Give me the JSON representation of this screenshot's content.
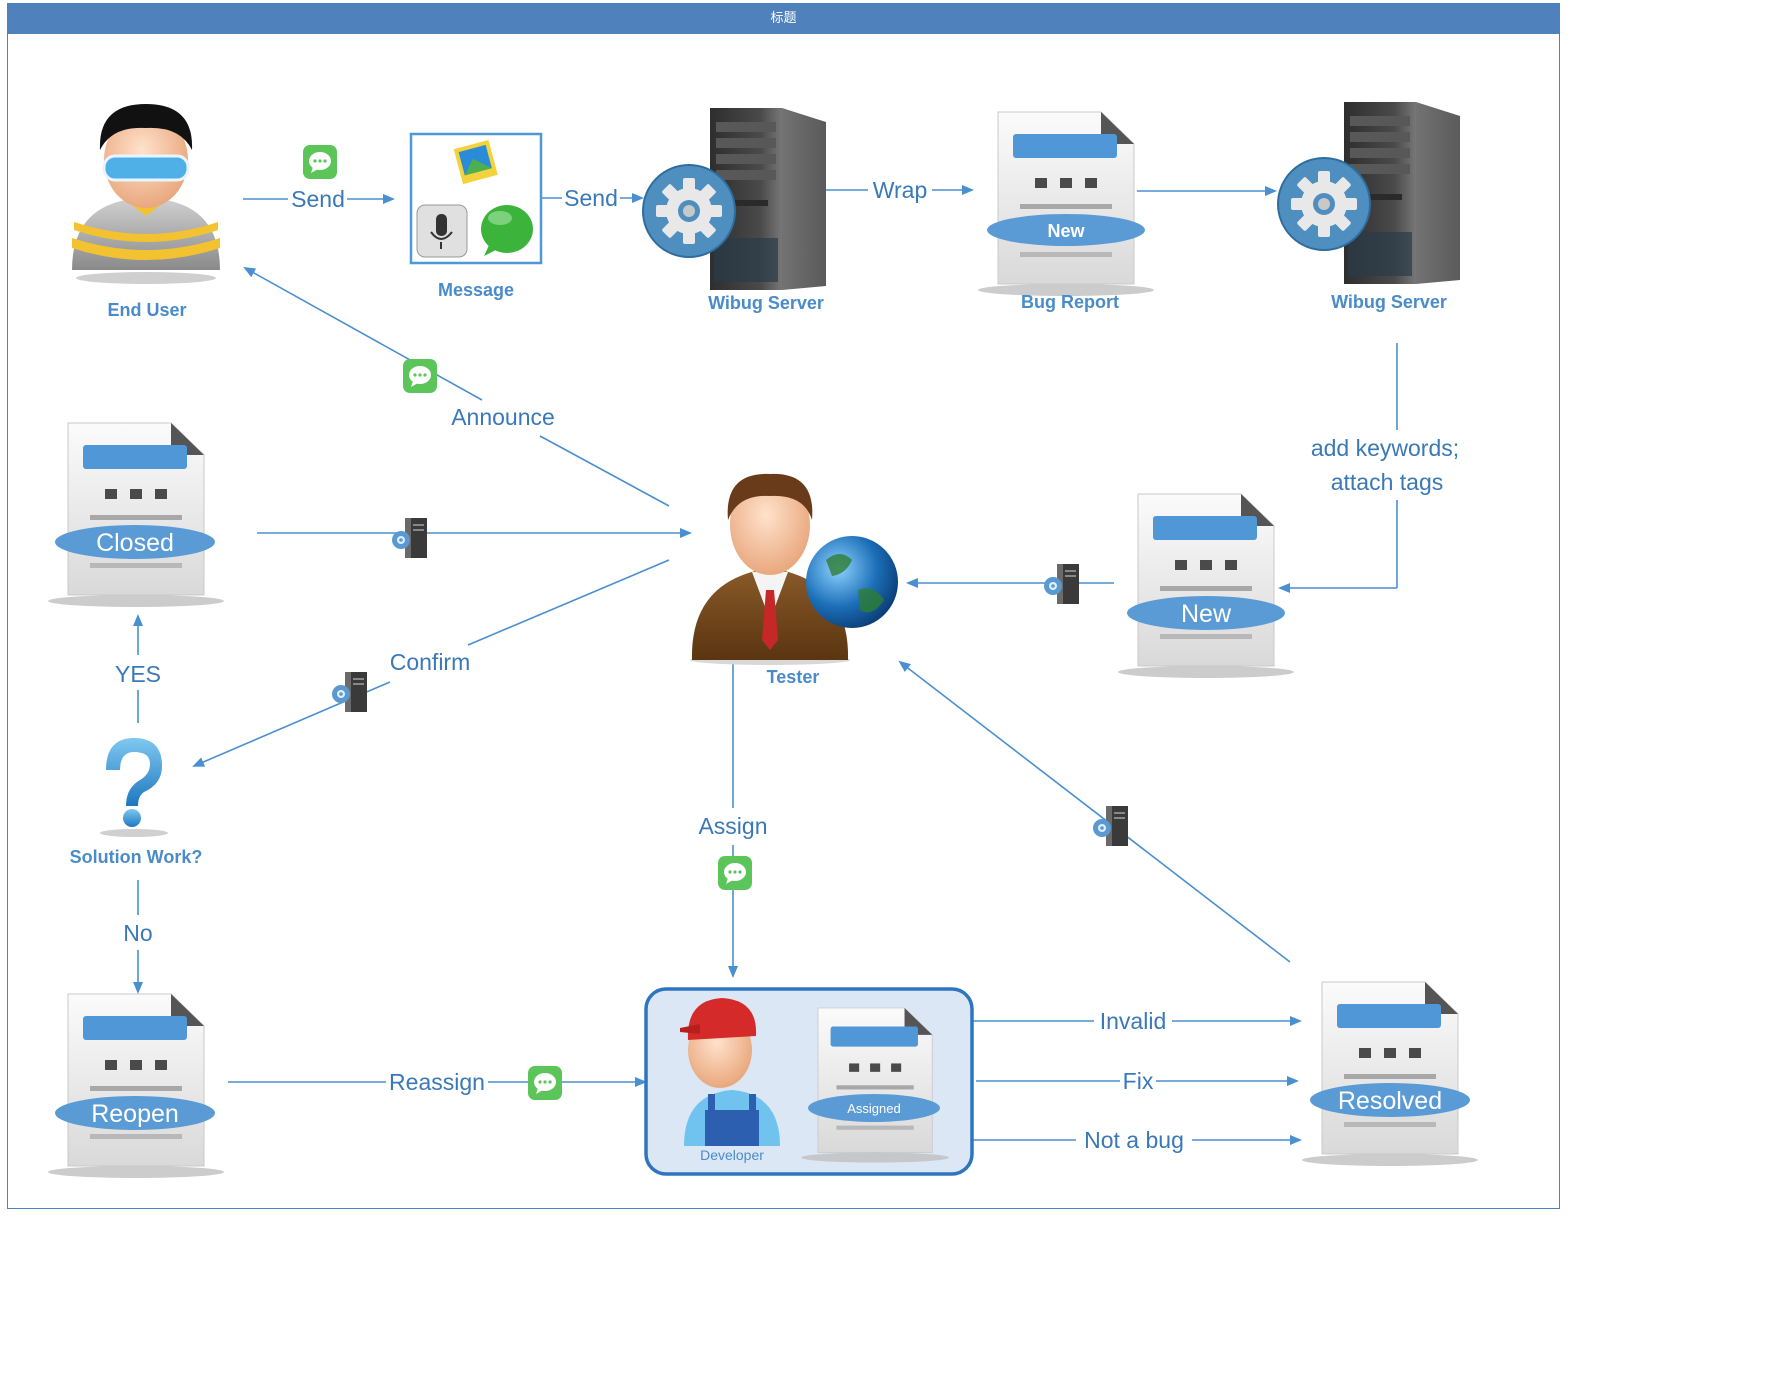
{
  "title": "标题",
  "colors": {
    "accent": "#4f81bd",
    "line": "#4a8fd0",
    "label": "#3a78b8",
    "node_label": "#4a8bc9",
    "badge": "#5b9bd5",
    "chat": "#5bc55a"
  },
  "nodes": {
    "end_user": "End User",
    "message": "Message",
    "wibug_server_1": "Wibug Server",
    "bug_report": "Bug Report",
    "bug_report_badge": "New",
    "wibug_server_2": "Wibug  Server",
    "closed_doc": "Closed",
    "tester": "Tester",
    "new_doc": "New",
    "solution_work": "Solution Work?",
    "reopen_doc": "Reopen",
    "developer": "Developer",
    "assigned_doc": "Assigned",
    "resolved_doc": "Resolved"
  },
  "edges": {
    "send_1": "Send",
    "send_2": "Send",
    "wrap": "Wrap",
    "announce": "Announce",
    "add_keywords_line1": "add keywords;",
    "add_keywords_line2": "attach tags",
    "confirm": "Confirm",
    "yes": "YES",
    "no": "No",
    "assign": "Assign",
    "reassign": "Reassign",
    "invalid": "Invalid",
    "fix": "Fix",
    "not_a_bug": "Not a bug"
  },
  "icons": [
    "user-goggles-icon",
    "message-icon",
    "server-gear-icon",
    "document-icon",
    "tester-globe-icon",
    "question-mark-icon",
    "developer-icon",
    "chat-bubble-icon",
    "mini-server-icon"
  ]
}
